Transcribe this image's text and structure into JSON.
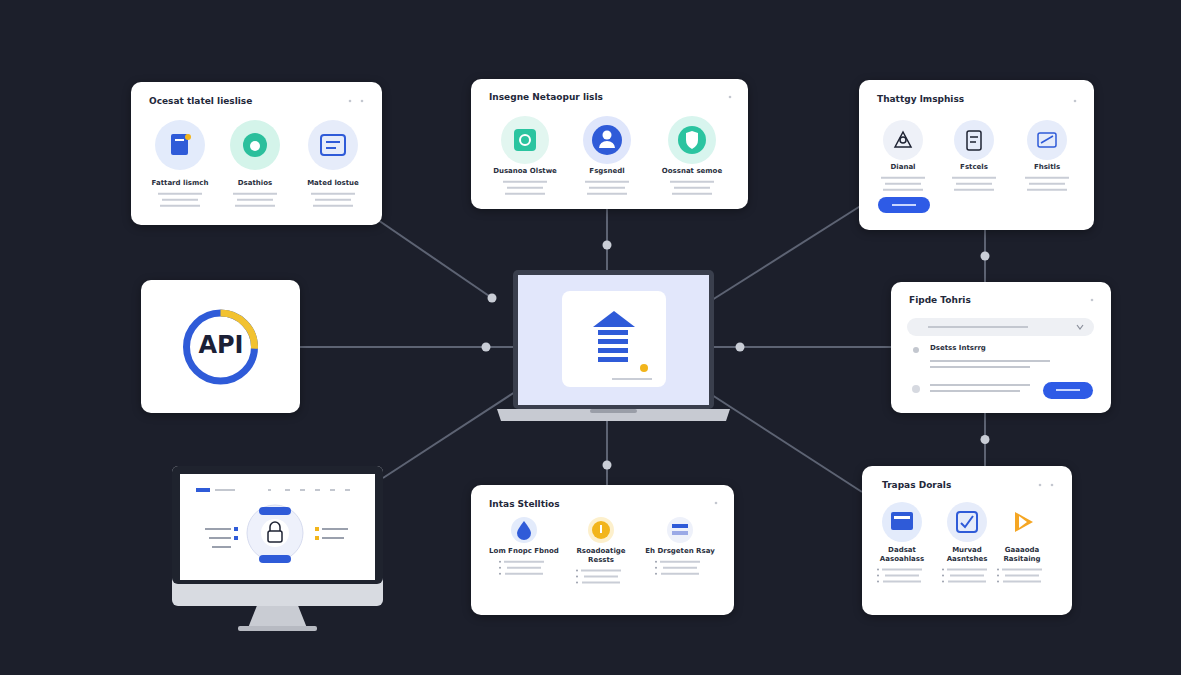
{
  "diagram": {
    "nodes": [
      {
        "text": [
          "Ocesat tlatel lieslise",
          "Fattard lismch",
          "Dsathios",
          "Mated lostue"
        ]
      },
      {
        "text": [
          "Insegne Netaopur lisls",
          "Dusanoa Olstwe",
          "Fsgsnedl",
          "Oossnat semoe"
        ]
      },
      {
        "text": [
          "Thattgy lmsphiss",
          "Dianal",
          "Fstcels",
          "Fhsitls"
        ]
      },
      {
        "text": [
          "API"
        ]
      },
      {
        "text": [
          "Fipde Tohris",
          "Dsetss Intsrrg"
        ]
      },
      {
        "text": [
          "Intas Stelltios",
          "Lom Fnopc Fbnod",
          "Rsoadoatige Ressts",
          "Eh Drsgeten Rsay"
        ]
      },
      {
        "text": [
          "Trapas Dorals",
          "Dadsat Aasoahlass",
          "Murvad Aasntshes",
          "Gaaaoda Rasitaing"
        ]
      }
    ],
    "edges": [
      {
        "from": 2,
        "to": 4,
        "arrow": "none"
      },
      {
        "from": 4,
        "to": 6,
        "arrow": "none"
      }
    ]
  }
}
